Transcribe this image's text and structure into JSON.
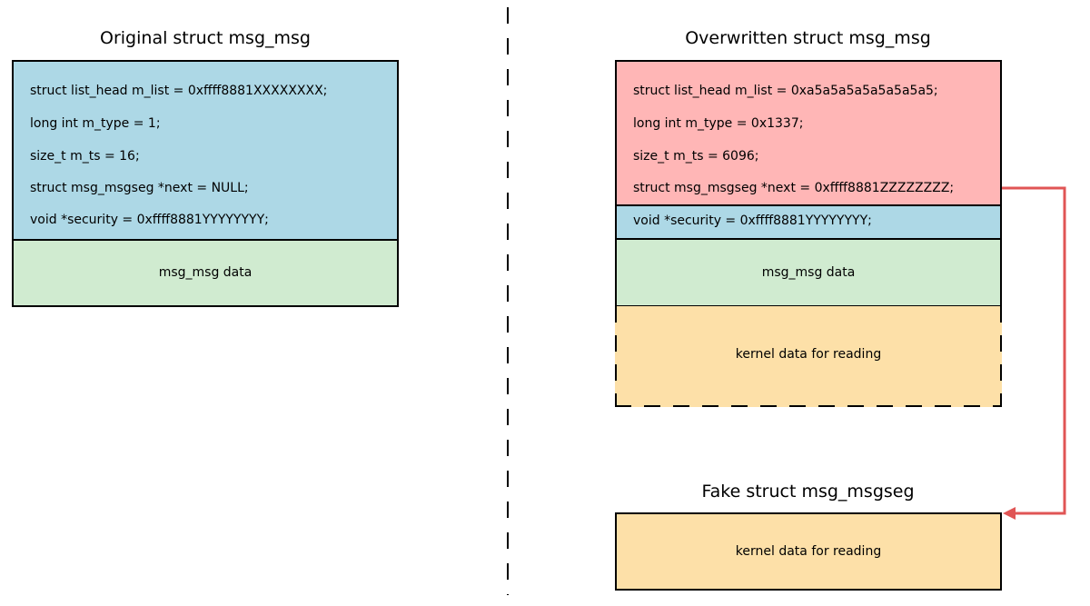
{
  "colors": {
    "header_blue": "#add8e6",
    "data_green": "#d0ebd0",
    "overwritten_red": "#ffb6b6",
    "kernel_orange": "#fde0a8",
    "arrow_red": "#e05555"
  },
  "original": {
    "title": "Original struct msg_msg",
    "fields": [
      "struct list_head m_list = 0xffff8881XXXXXXXX;",
      "long int m_type = 1;",
      "size_t m_ts = 16;",
      "struct msg_msgseg *next = NULL;",
      "void *security = 0xffff8881YYYYYYYY;"
    ],
    "data_label": "msg_msg data"
  },
  "overwritten": {
    "title": "Overwritten struct msg_msg",
    "fields": [
      "struct list_head m_list = 0xa5a5a5a5a5a5a5a5;",
      "long int m_type = 0x1337;",
      "size_t m_ts = 6096;",
      "struct msg_msgseg *next = 0xffff8881ZZZZZZZZ;"
    ],
    "security_field": "void *security = 0xffff8881YYYYYYYY;",
    "data_label": "msg_msg data",
    "kernel_label": "kernel data for reading"
  },
  "fake": {
    "title": "Fake struct msg_msgseg",
    "kernel_label": "kernel data for reading"
  }
}
